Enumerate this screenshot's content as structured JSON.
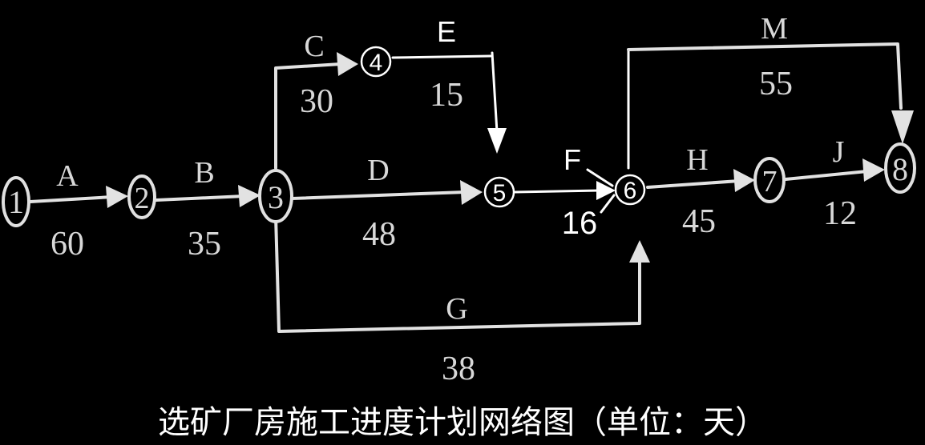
{
  "nodes": [
    {
      "id": "1",
      "label": "1"
    },
    {
      "id": "2",
      "label": "2"
    },
    {
      "id": "3",
      "label": "3"
    },
    {
      "id": "4",
      "label": "4"
    },
    {
      "id": "5",
      "label": "5"
    },
    {
      "id": "6",
      "label": "6"
    },
    {
      "id": "7",
      "label": "7"
    },
    {
      "id": "8",
      "label": "8"
    }
  ],
  "activities": [
    {
      "name": "A",
      "from": "1",
      "to": "2",
      "duration": "60"
    },
    {
      "name": "B",
      "from": "2",
      "to": "3",
      "duration": "35"
    },
    {
      "name": "C",
      "from": "3",
      "to": "4",
      "duration": "30"
    },
    {
      "name": "D",
      "from": "3",
      "to": "5",
      "duration": "48"
    },
    {
      "name": "E",
      "from": "4",
      "to": "5",
      "duration": "15"
    },
    {
      "name": "F",
      "from": "5",
      "to": "6",
      "duration": "16"
    },
    {
      "name": "G",
      "from": "3",
      "to": "6",
      "duration": "38"
    },
    {
      "name": "H",
      "from": "6",
      "to": "7",
      "duration": "45"
    },
    {
      "name": "J",
      "from": "7",
      "to": "8",
      "duration": "12"
    },
    {
      "name": "M",
      "from": "6",
      "to": "8",
      "duration": "55"
    }
  ],
  "caption": "选矿厂房施工进度计划网络图（单位：天）"
}
